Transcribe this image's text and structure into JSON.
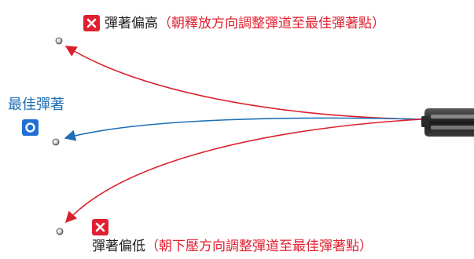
{
  "colors": {
    "high_line": "#d9202e",
    "best_line": "#1f6fb5",
    "low_line": "#d9202e",
    "red_text": "#e02030",
    "blue_text": "#1f6fb5",
    "dark_text": "#222222",
    "mark_red": "#e02030",
    "mark_blue": "#1f6fd6"
  },
  "icons": {
    "high": "red-x-icon",
    "best": "blue-circle-icon",
    "low": "red-x-icon",
    "launcher": "slingshot-launcher-icon"
  },
  "labels": {
    "high_title": "彈著偏高",
    "high_note": "（朝釋放方向調整彈道至最佳彈著點）",
    "best_title": "最佳彈著",
    "low_title": "彈著偏低",
    "low_note": "（朝下壓方向調整彈道至最佳彈著點）"
  }
}
